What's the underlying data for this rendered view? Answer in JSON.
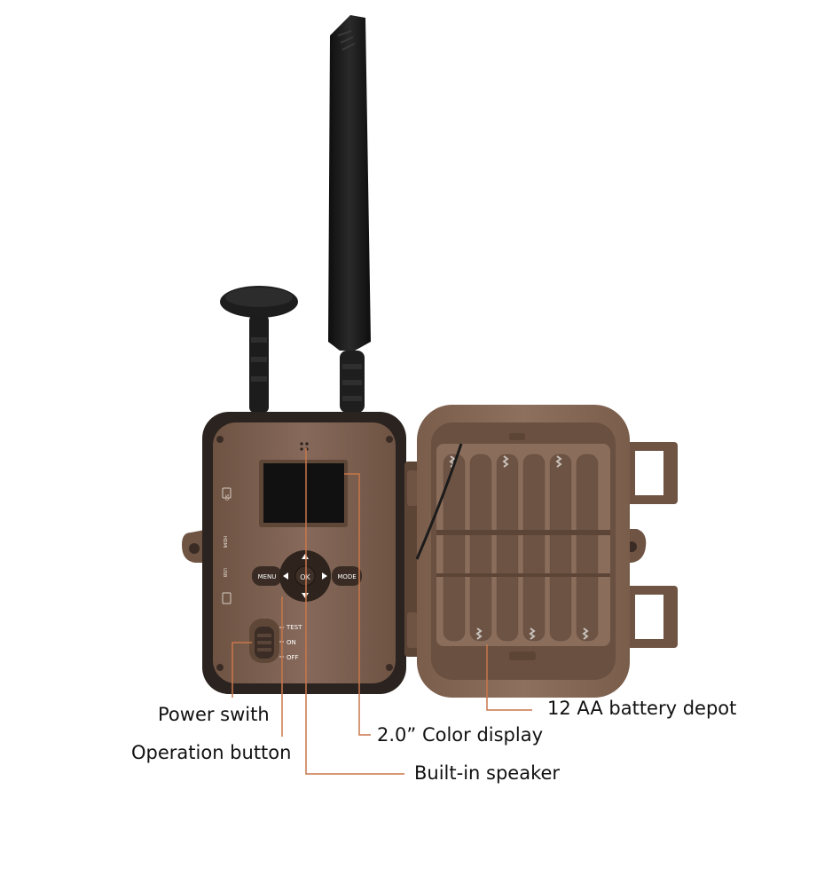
{
  "device": {
    "buttons": {
      "menu": "MENU",
      "mode": "MODE",
      "ok": "OK"
    },
    "switch_positions": [
      "TEST",
      "ON",
      "OFF"
    ],
    "ports": [
      "SD",
      "HDMI",
      "USB"
    ]
  },
  "callouts": {
    "power_switch": "Power swith",
    "operation_button": "Operation button",
    "color_display": "2.0”  Color display",
    "built_in_speaker": "Built-in speaker",
    "battery_depot": "12 AA battery depot"
  },
  "colors": {
    "body_brown": "#7a5e4c",
    "body_dark": "#2c2420",
    "leader_line": "#c9774a",
    "antenna": "#1b1b1b",
    "screen": "#111111"
  }
}
